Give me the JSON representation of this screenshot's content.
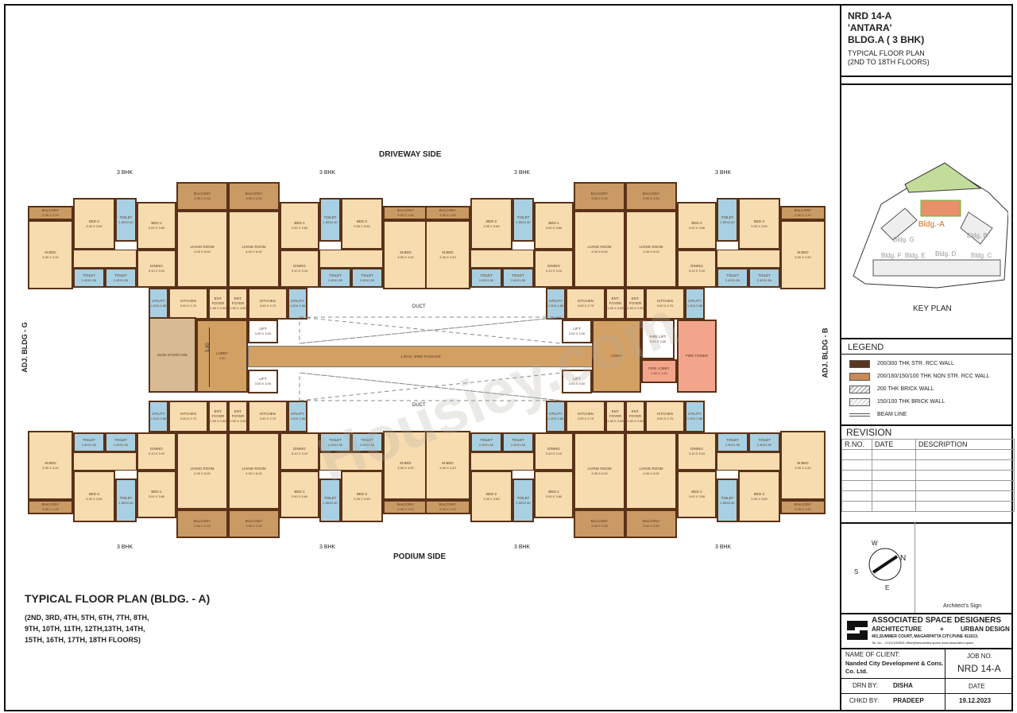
{
  "plan": {
    "driveway_side": "DRIVEWAY SIDE",
    "podium_side": "PODIUM SIDE",
    "unit_type": "3 BHK",
    "adj_left": "ADJ. BLDG - G",
    "adj_right": "ADJ. BLDG - B",
    "duct": "DUCT",
    "passage": "1.50 M. WIDE PASSAGE",
    "passage_dim": "1.50",
    "lobby": "LOBBY",
    "lobby_dim": "3.00",
    "lobby_height_dim": "5.90",
    "lift": "LIFT",
    "lift_dim": "3.00 X 3.00",
    "fire_lift": "FIRE LIFT",
    "fire_lift_dim": "3.00 X 3.00",
    "fire_lobby": "FIRE LOBBY",
    "fire_lobby_dim": "2.50 X 1.90",
    "fire_tower": "FIRE TOWER",
    "main_staircase": "MAIN STAIRCASE",
    "watermark": "Housiey.com",
    "rooms": {
      "balcony_mbed": {
        "name": "BALCONY",
        "dim": "3.30 X 1.20"
      },
      "m_bed": {
        "name": "M.BED",
        "dim": "3.30 X 4.20"
      },
      "bed2": {
        "name": "BED-2",
        "dim": "3.30 X 3.60"
      },
      "toilet1": {
        "name": "TOILET",
        "dim": "1.50X2.40"
      },
      "bed1": {
        "name": "BED-1",
        "dim": "3.00 X 3.60"
      },
      "balcony_living": {
        "name": "BALCONY",
        "dim": "3.90 X 2.00"
      },
      "living": {
        "name": "LIVING ROOM",
        "dim": "4.00 X 6.00"
      },
      "dining": {
        "name": "DINING",
        "dim": "3.10 X 3.10"
      },
      "toilet2": {
        "name": "TOILET",
        "dim": "2.40X1.50"
      },
      "toilet3": {
        "name": "TOILET",
        "dim": "2.40X1.50"
      },
      "utility": {
        "name": "UTILITY",
        "dim": "1.20X 2.85"
      },
      "kitchen": {
        "name": "KITCHEN",
        "dim": "3.00 X 2.70"
      },
      "foyer": {
        "name": "ENT. FOYER",
        "dim": "1.50 X 2.80"
      }
    }
  },
  "caption": {
    "title": "TYPICAL FLOOR PLAN  (BLDG. - A)",
    "floors_1": "(2ND, 3RD, 4TH, 5TH, 6TH, 7TH, 8TH,",
    "floors_2": "9TH, 10TH, 11TH, 12TH,13TH, 14TH,",
    "floors_3": "15TH, 16TH, 17TH, 18TH  FLOORS)"
  },
  "titleblock": {
    "project": "NRD 14-A",
    "name": "'ANTARA'",
    "building": "BLDG.A  ( 3 BHK)",
    "sheet": "TYPICAL FLOOR PLAN",
    "floors": "(2ND TO 18TH FLOORS)",
    "key_plan": "KEY PLAN",
    "key_bldgs": [
      "Bldg.-A",
      "Bldg. G",
      "Bldg. B",
      "Bldg. F",
      "Bldg. E",
      "Bldg. D",
      "Bldg. C"
    ],
    "legend_title": "LEGEND",
    "legend": [
      {
        "label": "200/300 THK STR. RCC WALL",
        "color": "#5a3520"
      },
      {
        "label": "200/160/150/100 THK NON STR. RCC WALL",
        "color": "#c98a55"
      },
      {
        "label": "200 THK BRICK WALL",
        "color": "#bbbbbb"
      },
      {
        "label": "150/100 THK BRICK WALL",
        "color": "#dddddd"
      },
      {
        "label": "BEAM LINE",
        "color": "#555555"
      }
    ],
    "revision_title": "REVISION",
    "rev_cols": [
      "R.NO.",
      "DATE",
      "DESCRIPTION"
    ],
    "compass": {
      "n": "N",
      "s": "S",
      "e": "E",
      "w": "W"
    },
    "sign": "Architect's Sign",
    "firm": "ASSOCIATED SPACE DESIGNERS",
    "firm_sub_1": "ARCHITECTURE",
    "firm_sub_plus": "+",
    "firm_sub_2": "URBAN DESIGN",
    "firm_address": "401,SUMMER COURT, MAGARPATTA CITY,PUNE 411013.",
    "firm_contact": "Tel. No. : 07447445549   office@associated.space   www.associated.space",
    "client_label": "NAME OF CLIENT:",
    "client": "Nanded City Development & Cons. Co. Ltd.",
    "job_label": "JOB NO.",
    "job": "NRD 14-A",
    "drn_label": "DRN BY:",
    "drn": "DISHA",
    "date_label": "DATE",
    "chkd_label": "CHKD BY:",
    "chkd": "PRADEEP",
    "date": "19.12.2023"
  }
}
